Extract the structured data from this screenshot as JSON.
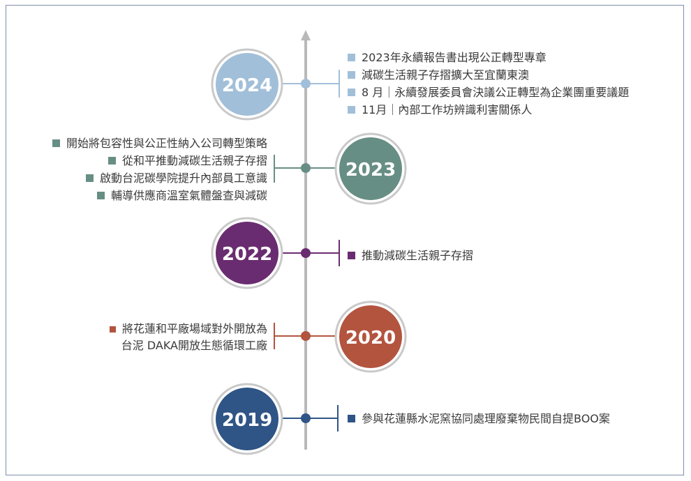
{
  "colors": {
    "axis": "#b9b9b9",
    "2024": "#a2bfd9",
    "2023": "#678e84",
    "2022": "#6a2c70",
    "2020": "#b3543f",
    "2019": "#2f5486"
  },
  "milestones": [
    {
      "year": "2024",
      "items": [
        "2023年永續報告書出現公正轉型專章",
        "減碳生活親子存摺擴大至宜蘭東澳",
        "8 月｜永續發展委員會決議公正轉型為企業團重要議題",
        "11月｜內部工作坊辨識利害關係人"
      ]
    },
    {
      "year": "2023",
      "items": [
        "開始將包容性與公正性納入公司轉型策略",
        "從和平推動減碳生活親子存摺",
        "啟動台泥碳學院提升內部員工意識",
        "輔導供應商溫室氣體盤查與減碳"
      ]
    },
    {
      "year": "2022",
      "items": [
        "推動減碳生活親子存摺"
      ]
    },
    {
      "year": "2020",
      "items": [
        "將花蓮和平廠場域對外開放為",
        "台泥 DAKA開放生態循環工廠"
      ]
    },
    {
      "year": "2019",
      "items": [
        "參與花蓮縣水泥窯協同處理廢棄物民間自提BOO案"
      ]
    }
  ]
}
